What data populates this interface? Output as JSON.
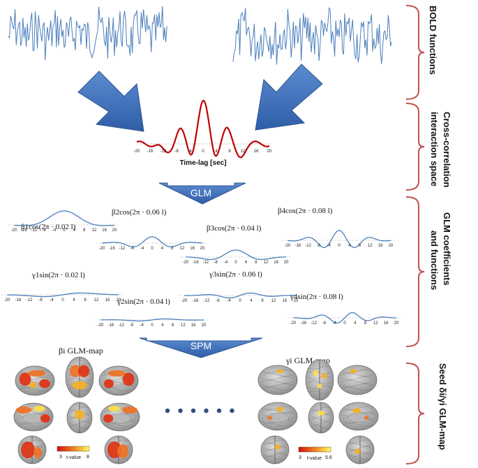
{
  "labels": {
    "side_bold": "BOLD functions",
    "side_xcorr_1": "Cross-correlation",
    "side_xcorr_2": "interaction space",
    "side_glm_1": "GLM coefficients",
    "side_glm_2": "and functions",
    "side_seed": "Seed δi/γi GLM-map",
    "glm_arrow": "GLM",
    "spm_arrow": "SPM",
    "xcorr_xlabel": "Time-lag [sec]",
    "beta_map": "βi GLM-map",
    "gamma_map": "γi GLM-map",
    "tvalue": "t-value"
  },
  "xcorr_ticks": [
    "-20",
    "-16",
    "-12",
    "-8",
    "-4",
    "0",
    "4",
    "8",
    "12",
    "16",
    "20"
  ],
  "func_ticks": [
    "-20",
    "-16",
    "-12",
    "-8",
    "-4",
    "0",
    "4",
    "8",
    "12",
    "16",
    "20"
  ],
  "functions": [
    {
      "label": "β1cos(2π · 0.02 l)",
      "kind": "cos",
      "freq": 0.02
    },
    {
      "label": "β2cos(2π · 0.06 l)",
      "kind": "cos",
      "freq": 0.06
    },
    {
      "label": "β3cos(2π · 0.04 l)",
      "kind": "cos",
      "freq": 0.04
    },
    {
      "label": "β4cos(2π · 0.08 l)",
      "kind": "cos",
      "freq": 0.08
    },
    {
      "label": "γ1sin(2π · 0.02 l)",
      "kind": "sin",
      "freq": 0.02
    },
    {
      "label": "γ2sin(2π · 0.04 l)",
      "kind": "sin",
      "freq": 0.04
    },
    {
      "label": "γ3sin(2π · 0.06 l)",
      "kind": "sin",
      "freq": 0.06
    },
    {
      "label": "γ4sin(2π · 0.08 l)",
      "kind": "sin",
      "freq": 0.08
    }
  ],
  "colorbars": [
    {
      "min": "3",
      "max": "8"
    },
    {
      "min": "3",
      "max": "5.6"
    }
  ],
  "colors": {
    "signal": "#4a7ebb",
    "xcorr": "#c00000",
    "bracket": "#c0504d",
    "arrow": "#3f6db5",
    "dots": "#2e4f7c"
  }
}
